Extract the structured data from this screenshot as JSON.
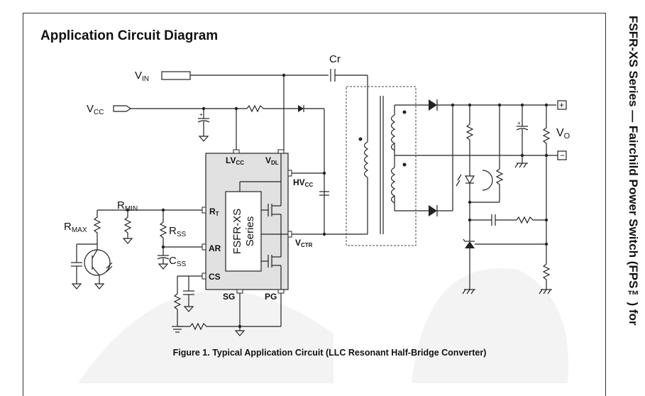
{
  "page": {
    "heading": "Application Circuit Diagram",
    "side_title": "FSFR-XS Series — Fairchild Power Switch (FPS™) for",
    "caption": "Figure 1.   Typical Application Circuit (LLC Resonant Half-Bridge Converter)"
  },
  "labels": {
    "vin_main": "V",
    "vin_sub": "IN",
    "vcc_main": "V",
    "vcc_sub": "CC",
    "cr": "Cr",
    "rmin_main": "R",
    "rmin_sub": "MIN",
    "rmax_main": "R",
    "rmax_sub": "MAX",
    "rss_main": "R",
    "rss_sub": "SS",
    "css_main": "C",
    "css_sub": "SS",
    "vo_main": "V",
    "vo_sub": "O",
    "plus": "+",
    "minus": "−"
  },
  "ic": {
    "part_line1": "FSFR-XS",
    "part_line2": "Series",
    "pins": {
      "lvcc_main": "LV",
      "lvcc_sub": "CC",
      "vdl_main": "V",
      "vdl_sub": "DL",
      "hvcc_main": "HV",
      "hvcc_sub": "CC",
      "vctr_main": "V",
      "vctr_sub": "CTR",
      "rt_main": "R",
      "rt_sub": "T",
      "ar": "AR",
      "cs": "CS",
      "sg": "SG",
      "pg": "PG"
    }
  },
  "colors": {
    "ic_fill": "#e1e1e1",
    "watermark": "#f3f3f3",
    "ink": "#222222"
  }
}
